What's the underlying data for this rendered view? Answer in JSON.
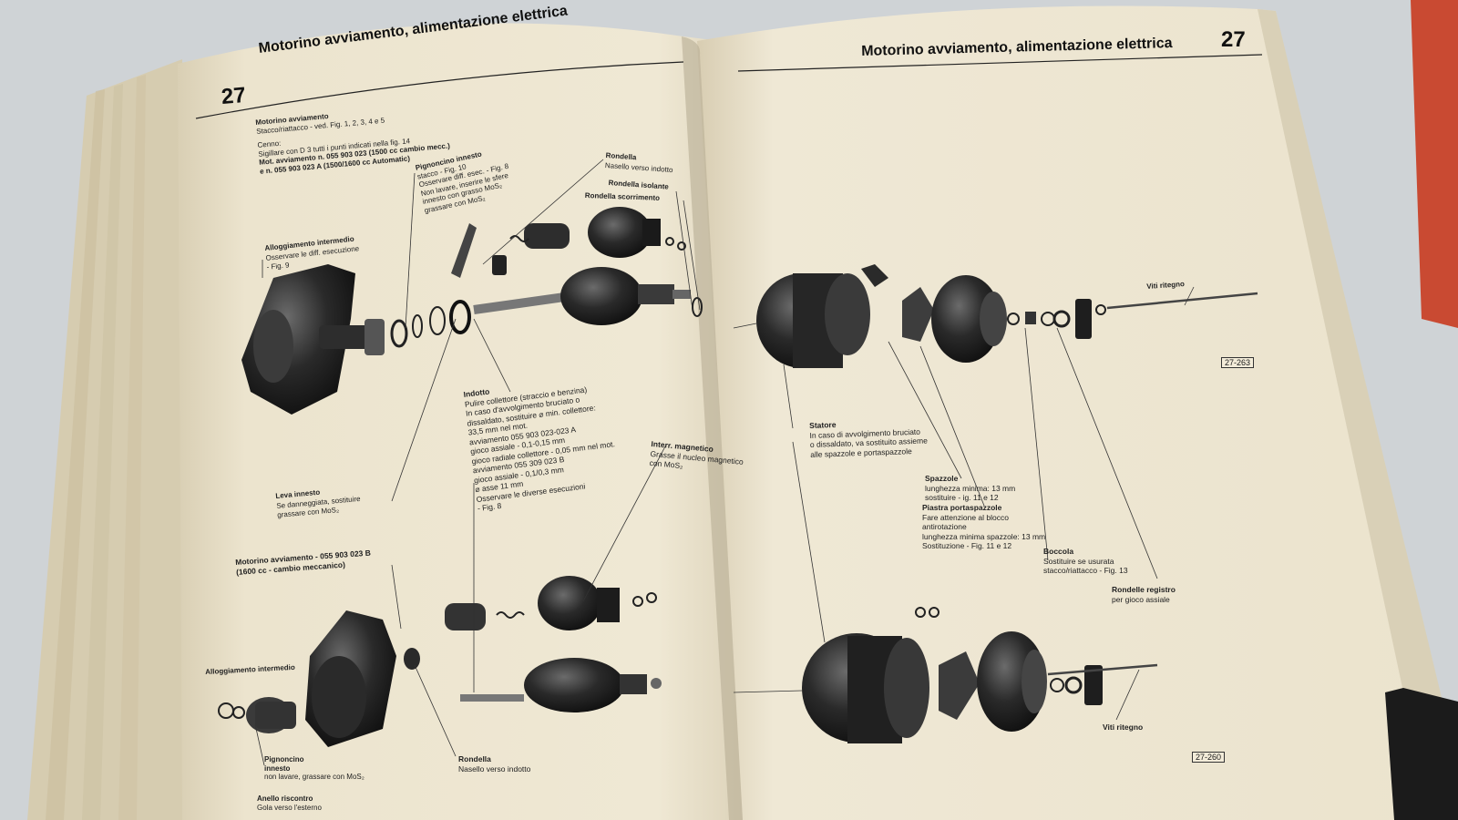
{
  "left_page": {
    "chapter": "27",
    "running_head": "Motorino avviamento, alimentazione elettrica",
    "notes": {
      "title": "Motorino avviamento",
      "line1": "Stacco/riattacco - ved. Fig. 1, 2, 3, 4 e 5",
      "line2": "Cenno:",
      "line3": "Sigillare con D 3 tutti i punti indicati nella fig. 14",
      "line4": "Mot. avviamento n. 055 903 023 (1500 cc cambio mecc.)",
      "line5": "e                         n. 055 903 023 A (1500/1600 cc Automatic)"
    },
    "labels": {
      "alloggiamento": {
        "title": "Alloggiamento intermedio",
        "l1": "Osservare le diff. esecuzione",
        "l2": "- Fig. 9"
      },
      "pignoncino": {
        "title": "Pignoncino innesto",
        "l1": "stacco - Fig. 10",
        "l2": "Osservare diff. esec. - Fig. 8",
        "l3": "Non lavare, inserire le sfere",
        "l4": "innesto con grasso MoS₂",
        "l5": "grassare con MoS₂"
      },
      "rondella_top": {
        "title": "Rondella",
        "l1": "Nasello verso indotto"
      },
      "rondella_isolante": {
        "title": "Rondella isolante"
      },
      "rondella_scorrimento": {
        "title": "Rondella scorrimento"
      },
      "indotto": {
        "title": "Indotto",
        "l1": "Pulire collettore (straccio e benzina)",
        "l2": "In caso d'avvolgimento bruciato o",
        "l3": "dissaldato, sostituire ⌀ min. collettore:",
        "l4": "33,5 mm nel mot.",
        "l5": "avviamento 055 903 023-023 A",
        "l6": "gioco assiale - 0,1-0,15 mm",
        "l7": "gioco radiale collettore - 0,05 mm nel mot.",
        "l8": "avviamento 055 309 023 B",
        "l9": "gioco assiale - 0,1/0,3 mm",
        "l10": "⌀ asse 11 mm",
        "l11": "Osservare le diverse esecuzioni",
        "l12": "- Fig. 8"
      },
      "interr": {
        "title": "Interr. magnetico",
        "l1": "Grasse il nucleo magnetico",
        "l2": "con MoS₂"
      },
      "leva": {
        "title": "Leva innesto",
        "l1": "Se danneggiata, sostituire",
        "l2": "grassare con MoS₂"
      },
      "motorino_b": {
        "title": "Motorino avviamento - 055 903 023 B",
        "l1": "(1600 cc - cambio meccanico)"
      },
      "alloggiamento2": {
        "title": "Alloggiamento intermedio"
      },
      "rondella_bottom": {
        "title": "Rondella",
        "l1": "Nasello verso indotto"
      },
      "pignoncino2": {
        "title": "Pignoncino",
        "l1": "innesto",
        "l2": "non lavare, grassare con MoS₂"
      },
      "anello": {
        "title": "Anello riscontro",
        "l1": "Gola verso l'esterno"
      }
    }
  },
  "right_page": {
    "chapter": "27",
    "running_head": "Motorino avviamento, alimentazione elettrica",
    "labels": {
      "viti_top": {
        "title": "Viti ritegno"
      },
      "statore": {
        "title": "Statore",
        "l1": "In caso di avvolgimento bruciato",
        "l2": "o dissaldato, va sostituito assieme",
        "l3": "alle spazzole e portaspazzole"
      },
      "spazzole": {
        "title": "Spazzole",
        "l1": "lunghezza minima: 13 mm",
        "l2": "sostituire - ig. 11 e 12"
      },
      "piastra": {
        "title": "Piastra portaspazzole",
        "l1": "Fare attenzione al blocco",
        "l2": "antirotazione",
        "l3": "lunghezza minima spazzole: 13 mm",
        "l4": "Sostituzione - Fig. 11 e 12"
      },
      "boccola": {
        "title": "Boccola",
        "l1": "Sostituire se usurata",
        "l2": "stacco/riattacco - Fig. 13"
      },
      "rondelle": {
        "title": "Rondelle registro",
        "l1": "per gioco assiale"
      },
      "viti_bottom": {
        "title": "Viti ritegno"
      }
    },
    "figure_refs": {
      "top": "27-263",
      "bottom": "27-260"
    }
  },
  "colors": {
    "paper": "#efe7d3",
    "paper_shade": "#e2d8bf",
    "ink": "#1a1a1a",
    "background": "#cfd3d6"
  }
}
